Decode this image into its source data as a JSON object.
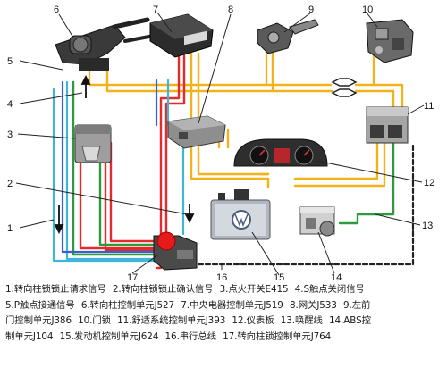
{
  "colors": {
    "yellow_wire": "#f2b21a",
    "red_wire": "#e32b2b",
    "green_wire": "#2d9a3c",
    "cyan_wire": "#3fb6d8",
    "blue_wire": "#3a5fd0",
    "bus_line": "#222222",
    "arrow": "#111111"
  },
  "callouts": {
    "n1": "1",
    "n2": "2",
    "n3": "3",
    "n4": "4",
    "n5": "5",
    "n6": "6",
    "n7": "7",
    "n8": "8",
    "n9": "9",
    "n10": "10",
    "n11": "11",
    "n12": "12",
    "n13": "13",
    "n14": "14",
    "n15": "15",
    "n16": "16",
    "n17": "17"
  },
  "legend": {
    "line1": [
      "1.转向柱锁锁止请求信号",
      "2.转向柱锁锁止确认信号",
      "3.点火开关E415",
      "4.S触点关闭信号"
    ],
    "line2": [
      "5.P触点接通信号",
      "6.转向柱控制单元J527",
      "7.中央电器控制单元J519",
      "8.网关J533",
      "9.左前"
    ],
    "line3": [
      "门控制单元J386",
      "10.门锁",
      "11.舒适系统控制单元J393",
      "12.仪表板",
      "13.唤醒线",
      "14.ABS控"
    ],
    "line4": [
      "制单元J104",
      "15.发动机控制单元J624",
      "16.串行总线",
      "17.转向柱锁控制单元J764"
    ]
  },
  "icons": {
    "steering_column": "steering-column-switch-icon",
    "ignition": "ignition-switch-icon",
    "central_ecu": "central-electric-ecu-icon",
    "gateway": "gateway-module-icon",
    "door_control": "door-control-unit-icon",
    "door_lock": "door-lock-icon",
    "comfort_ecu": "comfort-ecu-icon",
    "instrument_cluster": "instrument-cluster-icon",
    "engine_ecu": "engine-ecu-icon",
    "abs_unit": "abs-unit-icon",
    "column_lock": "column-lock-unit-icon"
  }
}
